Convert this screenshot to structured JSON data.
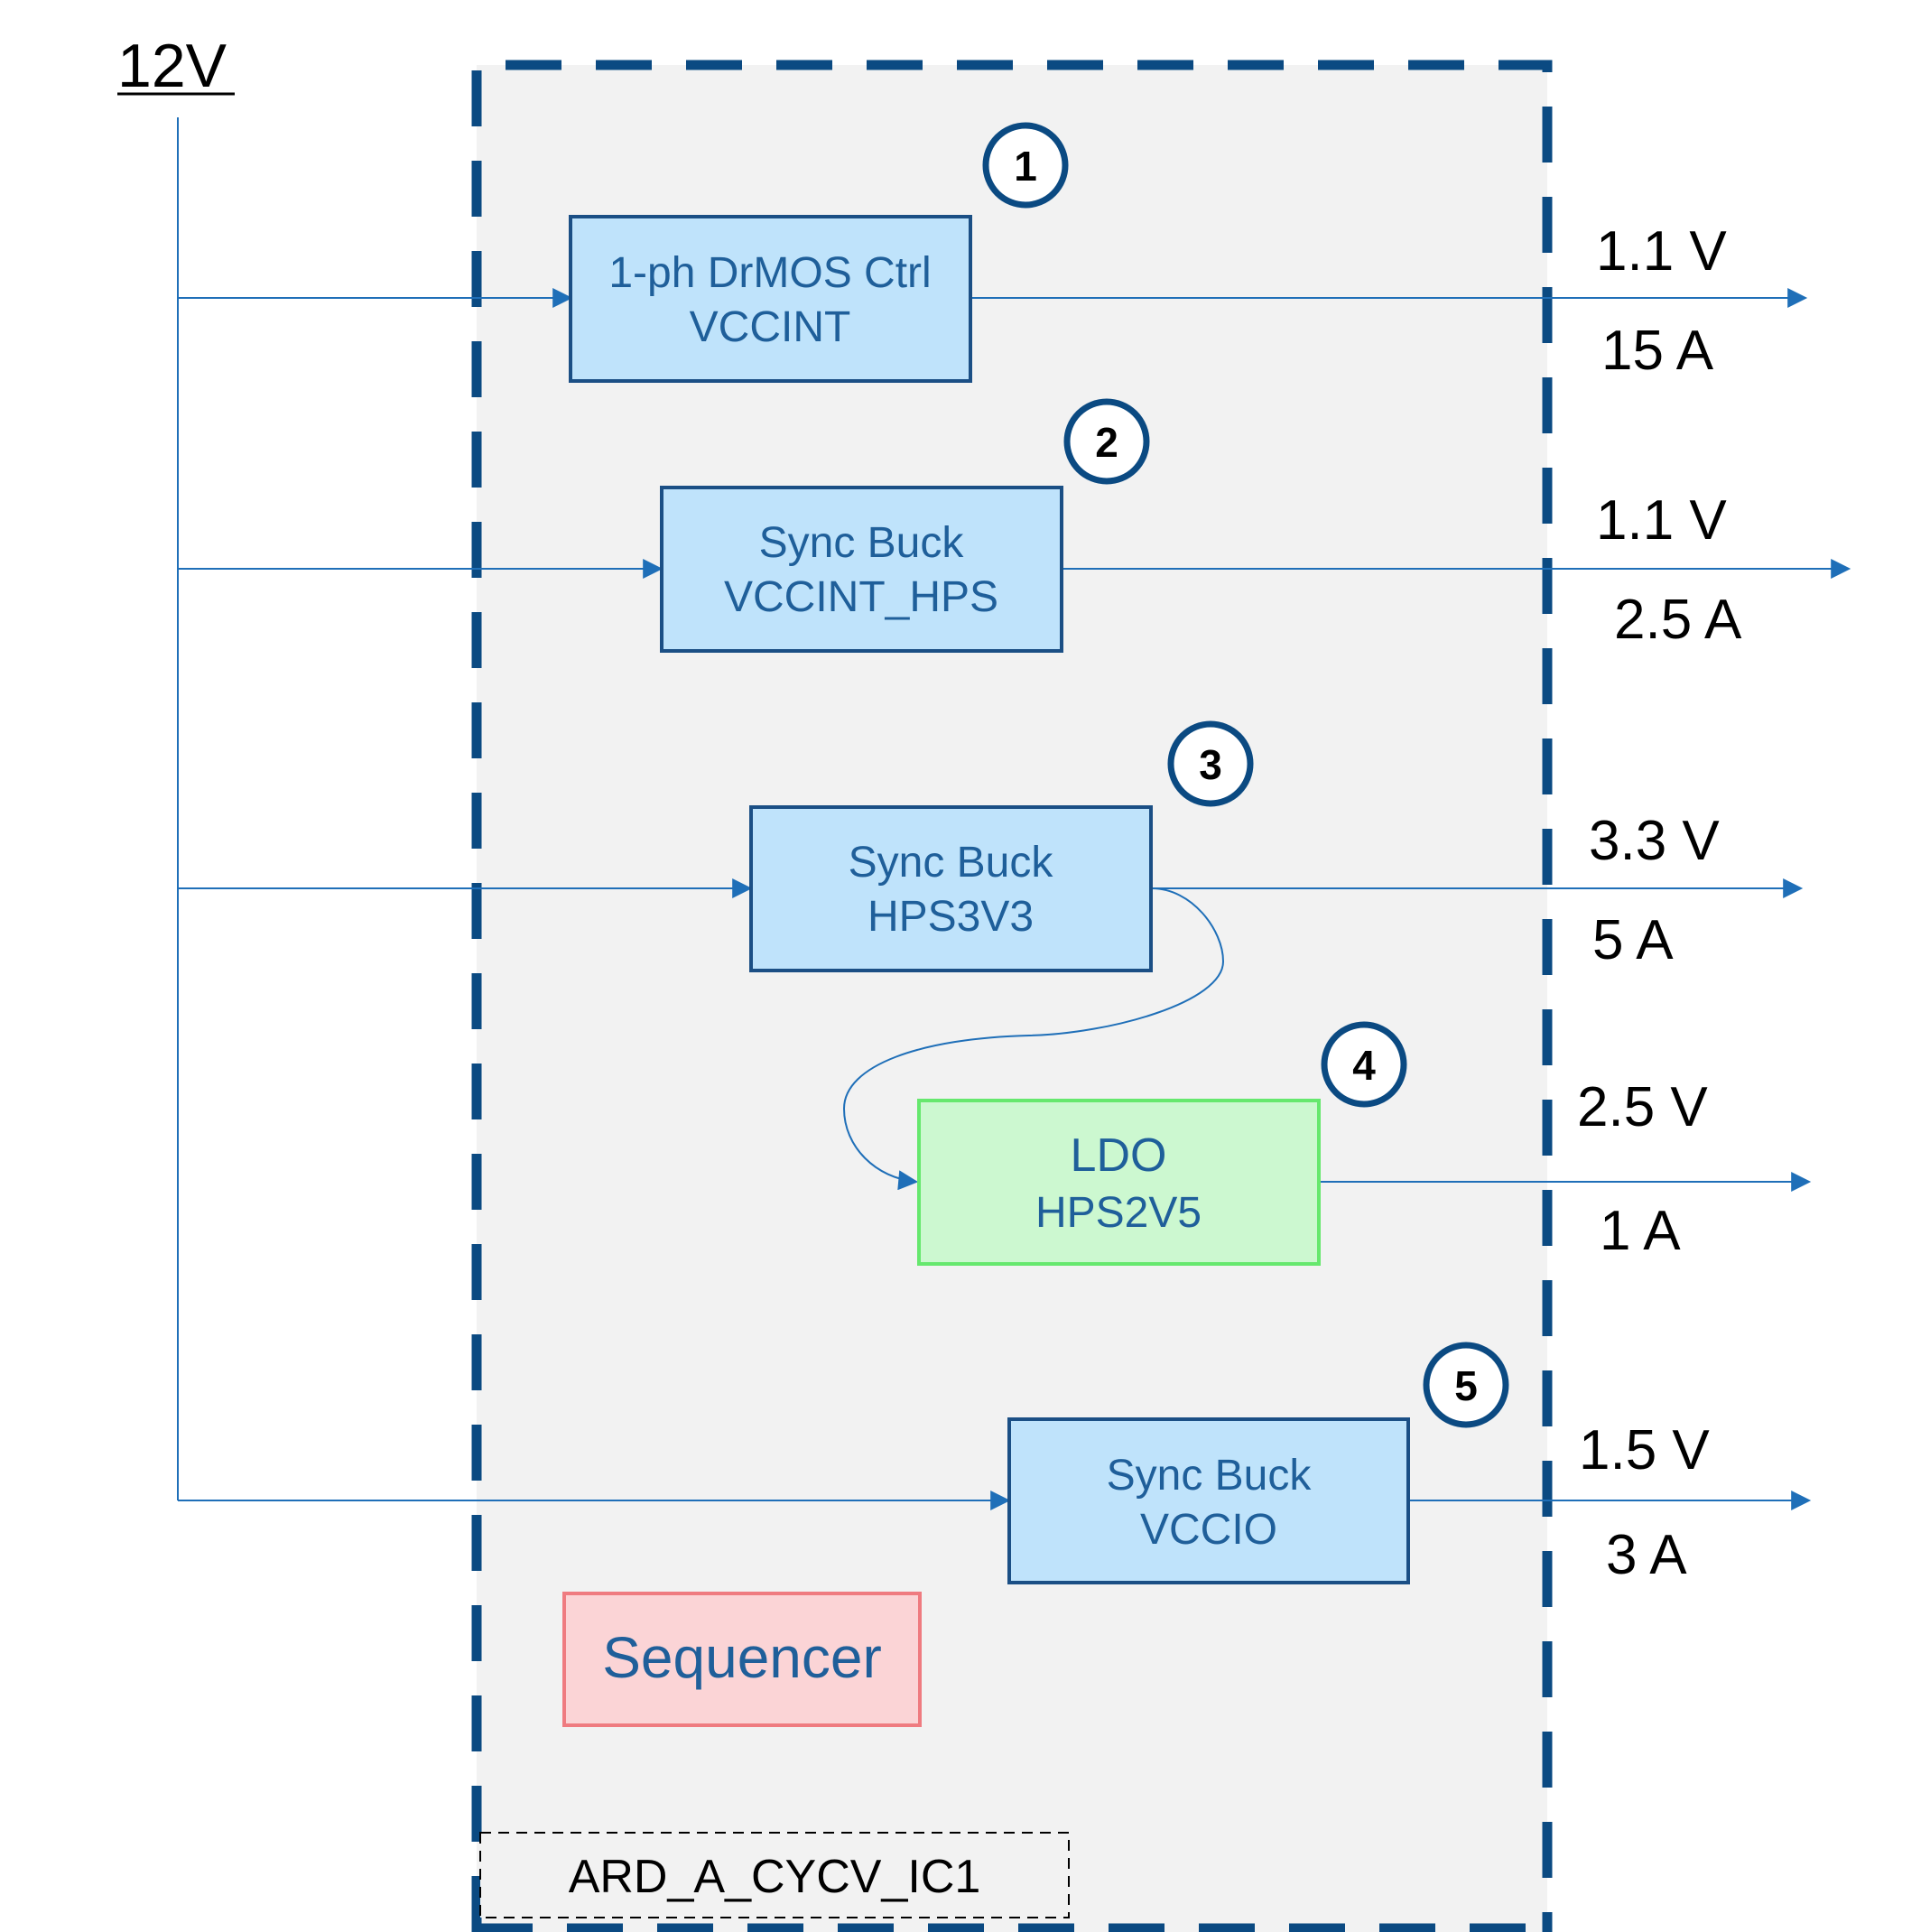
{
  "supply": {
    "label": "12V"
  },
  "blocks": [
    {
      "id": "vccint",
      "line1": "1-ph DrMOS Ctrl",
      "line2": "VCCINT",
      "badge": "1",
      "out_voltage": "1.1 V",
      "out_current": "15 A"
    },
    {
      "id": "vccint-hps",
      "line1": "Sync Buck",
      "line2": "VCCINT_HPS",
      "badge": "2",
      "out_voltage": "1.1 V",
      "out_current": "2.5 A"
    },
    {
      "id": "hps3v3",
      "line1": "Sync Buck",
      "line2": "HPS3V3",
      "badge": "3",
      "out_voltage": "3.3 V",
      "out_current": "5 A"
    },
    {
      "id": "hps2v5",
      "line1": "LDO",
      "line2": "HPS2V5",
      "badge": "4",
      "out_voltage": "2.5 V",
      "out_current": "1 A"
    },
    {
      "id": "vccio",
      "line1": "Sync Buck",
      "line2": "VCCIO",
      "badge": "5",
      "out_voltage": "1.5 V",
      "out_current": "3 A"
    }
  ],
  "sequencer": {
    "label": "Sequencer"
  },
  "ic_label": "ARD_A_CYCV_IC1",
  "colors": {
    "line": "#1f6fb8",
    "dash_border": "#0b4a82",
    "panel_bg": "#f2f2f2",
    "buck_fill": "#bfe3fb",
    "buck_stroke": "#1b4f85",
    "ldo_fill": "#ccf8d0",
    "ldo_stroke": "#66e86e",
    "seq_fill": "#fbd4d6",
    "seq_stroke": "#ef7b80"
  }
}
